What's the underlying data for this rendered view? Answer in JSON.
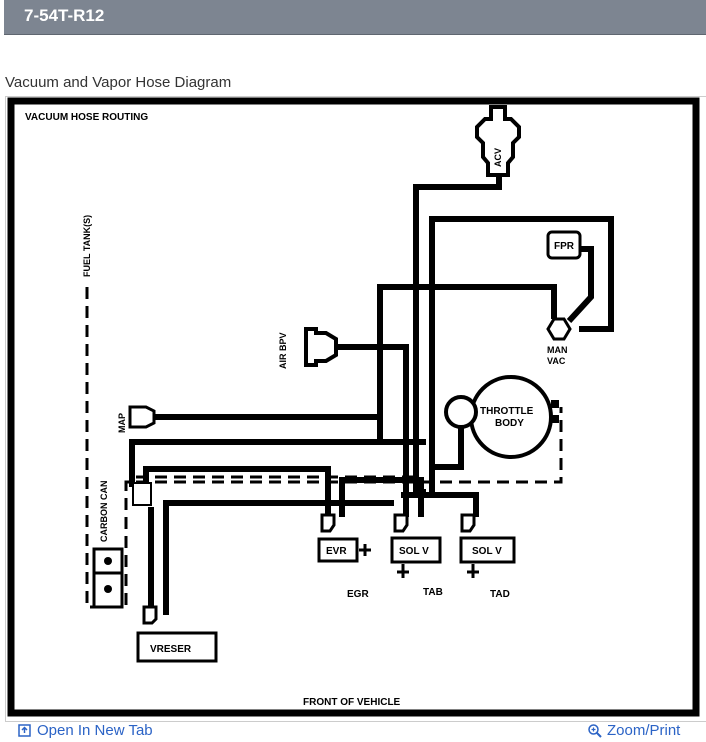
{
  "header": {
    "title": "7-54T-R12"
  },
  "caption": "Vacuum and Vapor Hose Diagram",
  "diagram": {
    "heading": "VACUUM HOSE ROUTING",
    "labels": {
      "acv": "ACV",
      "fuel_tank": "FUEL TANK(S)",
      "fpr": "FPR",
      "man": "MAN",
      "vac": "VAC",
      "air_bpv": "AIR BPV",
      "map": "MAP",
      "throttle": "THROTTLE",
      "body": "BODY",
      "carbon_can": "CARBON CAN",
      "evr": "EVR",
      "sol_v_1": "SOL V",
      "sol_v_2": "SOL V",
      "egr": "EGR",
      "tab": "TAB",
      "tad": "TAD",
      "vreser": "VRESER",
      "front": "FRONT OF VEHICLE"
    }
  },
  "footer": {
    "open_tab": "Open In New Tab",
    "zoom_print": "Zoom/Print"
  }
}
